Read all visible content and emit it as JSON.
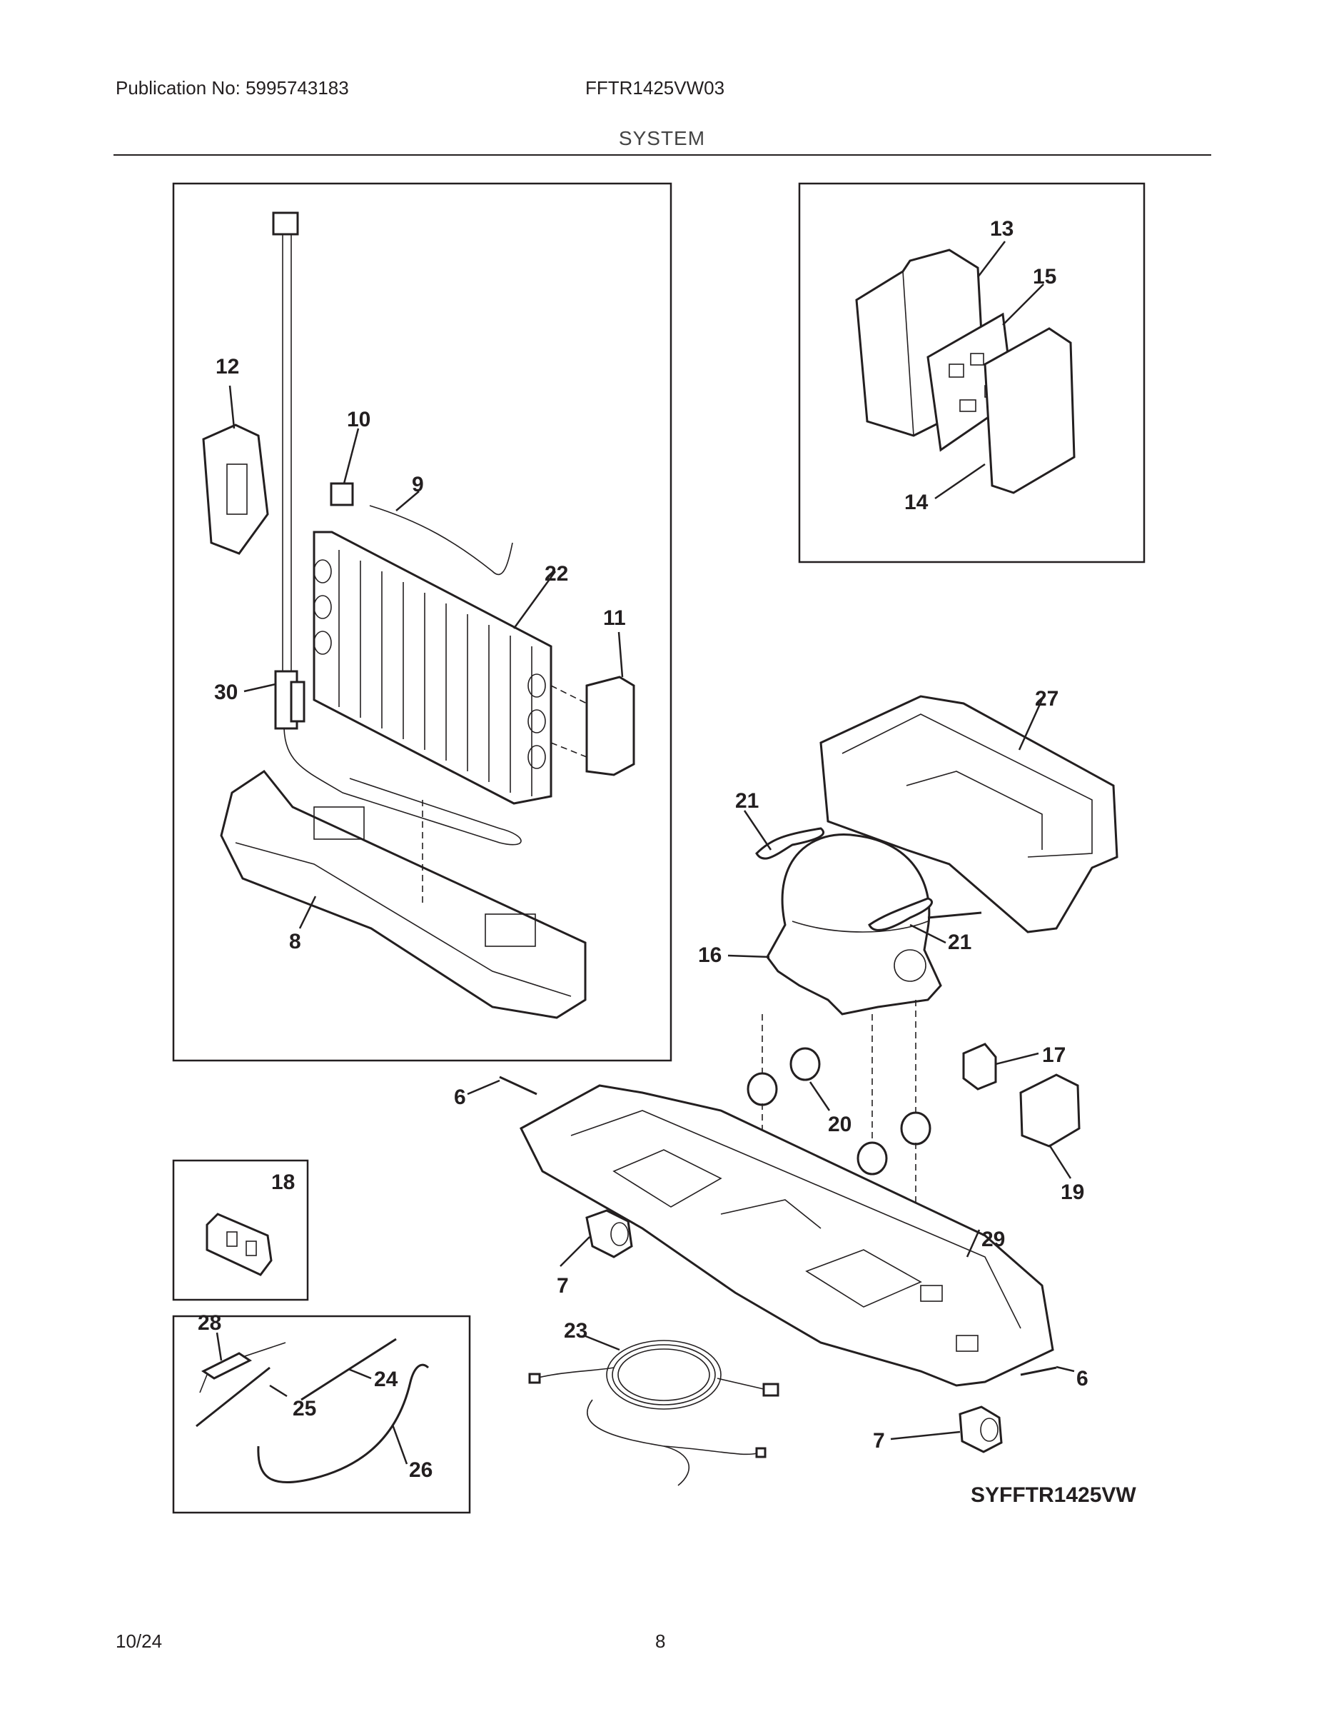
{
  "header": {
    "publication": "Publication No: 5995743183",
    "model": "FFTR1425VW03",
    "section": "SYSTEM"
  },
  "diagram": {
    "code": "SYFFTR1425VW",
    "callouts": {
      "c13": "13",
      "c15": "15",
      "c14": "14",
      "c12": "12",
      "c10": "10",
      "c9": "9",
      "c22": "22",
      "c11": "11",
      "c30": "30",
      "c8": "8",
      "c27": "27",
      "c21a": "21",
      "c21b": "21",
      "c16": "16",
      "c17": "17",
      "c19": "19",
      "c20": "20",
      "c6a": "6",
      "c6b": "6",
      "c7a": "7",
      "c7b": "7",
      "c29": "29",
      "c23": "23",
      "c18": "18",
      "c28": "28",
      "c24": "24",
      "c25": "25",
      "c26": "26"
    }
  },
  "footer": {
    "date": "10/24",
    "page": "8"
  }
}
